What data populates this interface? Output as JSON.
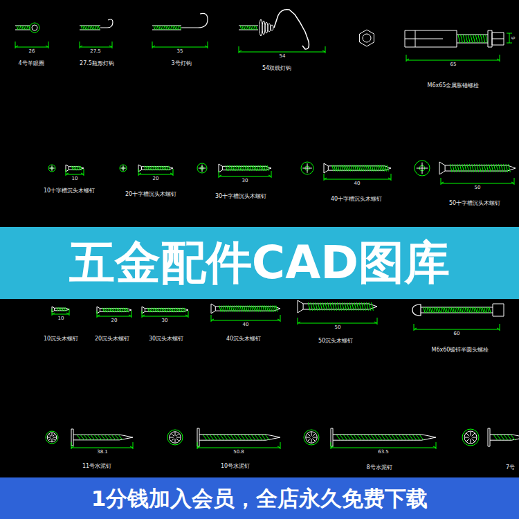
{
  "diagram": {
    "nodes": [
      {
        "text": [
          "五金配件CAD图库"
        ]
      },
      {
        "text": [
          "1分钱加入会员，全店永久免费下载"
        ]
      }
    ],
    "labels": [
      "26",
      "4号羊眼圈",
      "27.5",
      "27.5瓶形灯钩",
      "35",
      "3号灯钩",
      "54",
      "54双线灯钩",
      "65",
      "6",
      "M6x65金属胀锚螺栓",
      "10",
      "10十字槽沉头木螺钉",
      "20",
      "20十字槽沉头木螺钉",
      "30",
      "30十字槽沉头木螺钉",
      "40",
      "40十字槽沉头木螺钉",
      "50",
      "50十字槽沉头木螺钉",
      "10",
      "10沉头木螺钉",
      "20",
      "20沉头木螺钉",
      "30",
      "30沉头木螺钉",
      "40",
      "40沉头木螺钉",
      "50",
      "50沉头木螺钉",
      "60",
      "M6x60镀锌半圆头螺栓",
      "38.1",
      "11号水泥钉",
      "50.8",
      "10号水泥钉",
      "63.5",
      "8号水泥钉",
      "7号"
    ]
  }
}
